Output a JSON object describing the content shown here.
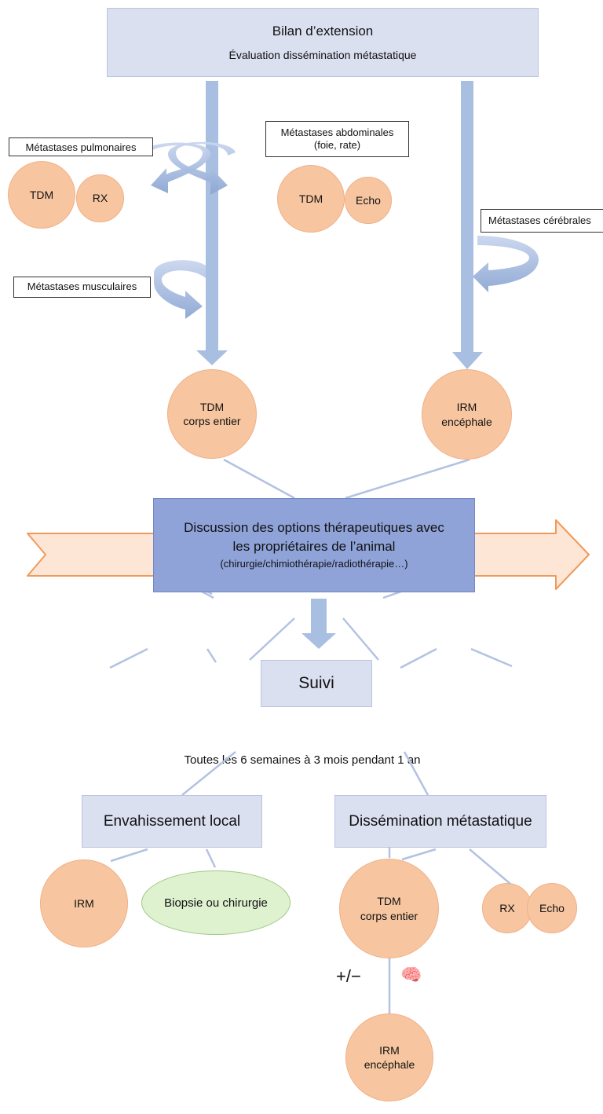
{
  "header": {
    "title": "Bilan d’extension",
    "subtitle": "Évaluation dissémination métastatique"
  },
  "labels": {
    "pulmonaires": "Métastases pulmonaires",
    "abdominales_line1": "Métastases abdominales",
    "abdominales_line2": "(foie, rate)",
    "musculaires": "Métastases musculaires",
    "cerebrales": "Métastases cérébrales"
  },
  "exams": {
    "tdm": "TDM",
    "rx": "RX",
    "echo": "Echo",
    "irm": "IRM",
    "corps_entier": "corps entier",
    "encephale": "encéphale",
    "biopsie": "Biopsie ou chirurgie"
  },
  "discussion": {
    "line1": "Discussion des options thérapeutiques avec",
    "line2": "les propriétaires de l’animal",
    "line3": "(chirurgie/chimiothérapie/radiothérapie…)"
  },
  "followup": {
    "title": "Suivi",
    "timeline": "Toutes les 6 semaines à 3 mois pendant 1 an",
    "local": "Envahissement local",
    "meta": "Dissémination métastatique",
    "plus_minus": "+/−",
    "brain_emoji": "🧠"
  },
  "colors": {
    "box": "#dbe0f1",
    "discussion": "#8fa3d9",
    "circle": "#f7c6a0",
    "ellipse": "#dff2cf",
    "arrow": "#a9bfe2",
    "timeline": "#fde6d6"
  }
}
